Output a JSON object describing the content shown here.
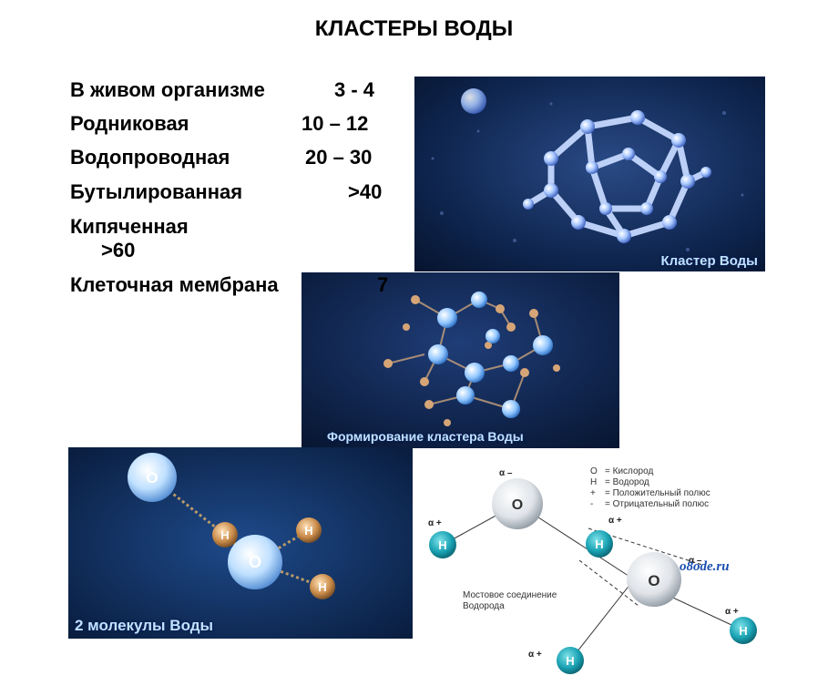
{
  "title": "КЛАСТЕРЫ ВОДЫ",
  "list": [
    {
      "label": "В живом организме",
      "value": "3 - 4"
    },
    {
      "label": "Родниковая",
      "value": "10 – 12"
    },
    {
      "label": "Водопроводная",
      "value": "20 – 30"
    },
    {
      "label": "Бутылированная",
      "value": ">40"
    },
    {
      "label": "Кипяченная",
      "value": ">60"
    },
    {
      "label": "Клеточная мембрана",
      "value": "7"
    }
  ],
  "panels": {
    "cluster": {
      "caption": "Кластер Воды"
    },
    "forming": {
      "caption": "Формирование кластера Воды"
    },
    "two_molecules": {
      "caption": "2 молекулы Воды",
      "atom_o": "O",
      "atom_h": "H"
    },
    "diagram": {
      "legend": [
        {
          "symbol": "O",
          "text": "= Кислород"
        },
        {
          "symbol": "H",
          "text": "= Водород"
        },
        {
          "symbol": "+",
          "text": "= Положительный полюс"
        },
        {
          "symbol": "-",
          "text": "= Отрицательный полюс"
        }
      ],
      "bridge_label_1": "Мостовое соединение",
      "bridge_label_2": "Водорода",
      "watermark": "o8ode.ru",
      "atom_o": "O",
      "atom_h": "H",
      "alpha_minus": "α –",
      "alpha_plus": "α +"
    }
  }
}
